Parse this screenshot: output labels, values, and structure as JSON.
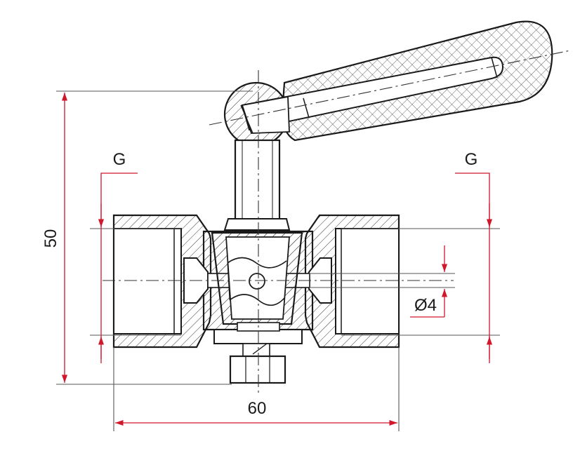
{
  "dimensions": {
    "height": "50",
    "width": "60",
    "bore": "Ø4",
    "thread_left": "G",
    "thread_right": "G"
  },
  "colors": {
    "outline": "#1a1a1a",
    "hatch": "#3a3a3a",
    "dimension": "#d0172c",
    "extension": "#555555"
  }
}
